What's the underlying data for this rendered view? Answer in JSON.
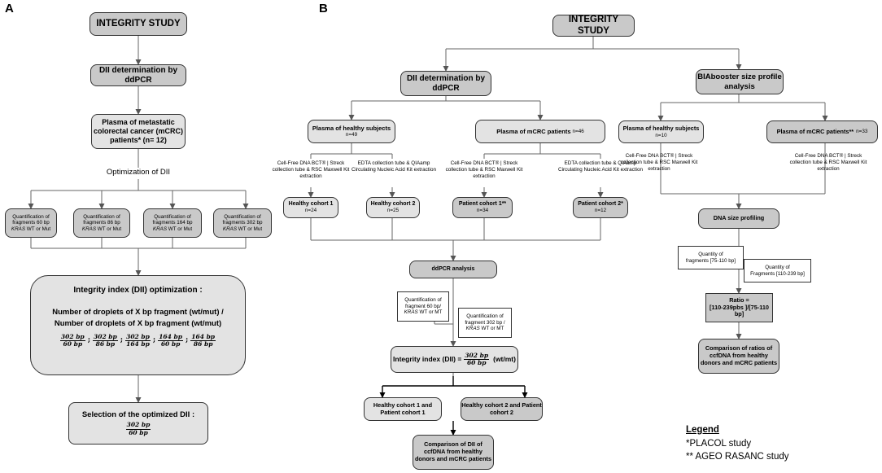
{
  "panel_a": {
    "letter": "A",
    "integrity_study": "INTEGRITY STUDY",
    "dii_determination": "DII determination by ddPCR",
    "plasma_mcrc": "Plasma of metastatic colorectal cancer (mCRC) patients* (n= 12)",
    "optimization_label": "Optimization of DII",
    "quantifications": [
      {
        "line1": "Quantification of",
        "line2": "fragments 60 bp",
        "gene": "KRAS",
        "suffix": " WT or Mut"
      },
      {
        "line1": "Quantification of",
        "line2": "fragments 86 bp",
        "gene": "KRAS",
        "suffix": " WT or Mut"
      },
      {
        "line1": "Quantification of",
        "line2": "fragments 164 bp",
        "gene": "KRAS",
        "suffix": " WT or Mut"
      },
      {
        "line1": "Quantification of",
        "line2": "fragments 302 bp",
        "gene": "KRAS",
        "suffix": " WT or Mut"
      }
    ],
    "optimization_box": {
      "title": "Integrity index (DII) optimization :",
      "body": "Number of droplets of X bp fragment (wt/mut) / Number of droplets of X bp fragment (wt/mut)",
      "fractions": [
        {
          "num": "302 bp",
          "den": "60 bp"
        },
        {
          "num": "302 bp",
          "den": "86 bp"
        },
        {
          "num": "302 bp",
          "den": "164 bp"
        },
        {
          "num": "164 bp",
          "den": "60 bp"
        },
        {
          "num": "164 bp",
          "den": "86 bp"
        }
      ],
      "separator": ";"
    },
    "selection": {
      "title": "Selection of the optimized DII :",
      "num": "302 bp",
      "den": "60 bp"
    }
  },
  "panel_b": {
    "letter": "B",
    "integrity_study": "INTEGRITY STUDY",
    "dii_determination": "DII determination by ddPCR",
    "biabooster": "BIAbooster size profile analysis",
    "plasma_healthy": {
      "title": "Plasma of healthy subjects",
      "n": "n=49"
    },
    "plasma_mcrc": {
      "title": "Plasma of mCRC patients",
      "n": "n=46"
    },
    "extraction_streck": "Cell-Free DNA BCT® | Streck collection tube & RSC Maxwell Kit extraction",
    "extraction_edta": "EDTA collection tube & QIAamp Circulating Nucleic Acid Kit extraction",
    "cohorts": [
      {
        "title": "Healthy cohort 1",
        "n": "n=24"
      },
      {
        "title": "Healthy cohort 2",
        "n": "n=25"
      },
      {
        "title": "Patient cohort 1**",
        "n": "n=34"
      },
      {
        "title": "Patient cohort 2*",
        "n": "n=12"
      }
    ],
    "ddpcr_analysis": "ddPCR analysis",
    "quant_60": {
      "line1": "Quantification of",
      "line2": "fragment 60 bp/",
      "gene": "KRAS",
      "suffix": " WT or MT"
    },
    "quant_302": {
      "line1": "Quantification of",
      "line2": "fragment 302 bp /",
      "gene": "KRAS",
      "suffix": " WT or MT"
    },
    "integrity_index": {
      "prefix": "Integrity index (DII) =",
      "num": "302 bp",
      "den": "60 bp",
      "suffix": "(wt/mt)"
    },
    "comparison_group_1": "Healthy cohort 1 and Patient cohort 1",
    "comparison_group_2": "Healthy cohort 2 and Patient cohort 2",
    "comparison_dii": "Comparison of DII of ccfDNA from healthy donors and mCRC patients",
    "bia_healthy": {
      "title": "Plasma of healthy subjects",
      "n": "n=10"
    },
    "bia_mcrc": {
      "title": "Plasma of mCRC patients**",
      "n": "n=33"
    },
    "dna_size_profiling": "DNA size profiling",
    "quantity_75_110": {
      "line1": "Quantity of",
      "line2": "fragments  [75-110 bp]"
    },
    "quantity_110_239": {
      "line1": "Quantity of",
      "line2": "Fragments  [110-239 bp]"
    },
    "ratio": {
      "title": "Ratio =",
      "formula": "[110-239pbs ]/[75-110 bp]"
    },
    "comparison_ratios": "Comparison of ratios of ccfDNA from healthy donors and mCRC patients"
  },
  "legend": {
    "title": "Legend",
    "items": [
      "*PLACOL study",
      "** AGEO RASANC study"
    ]
  }
}
